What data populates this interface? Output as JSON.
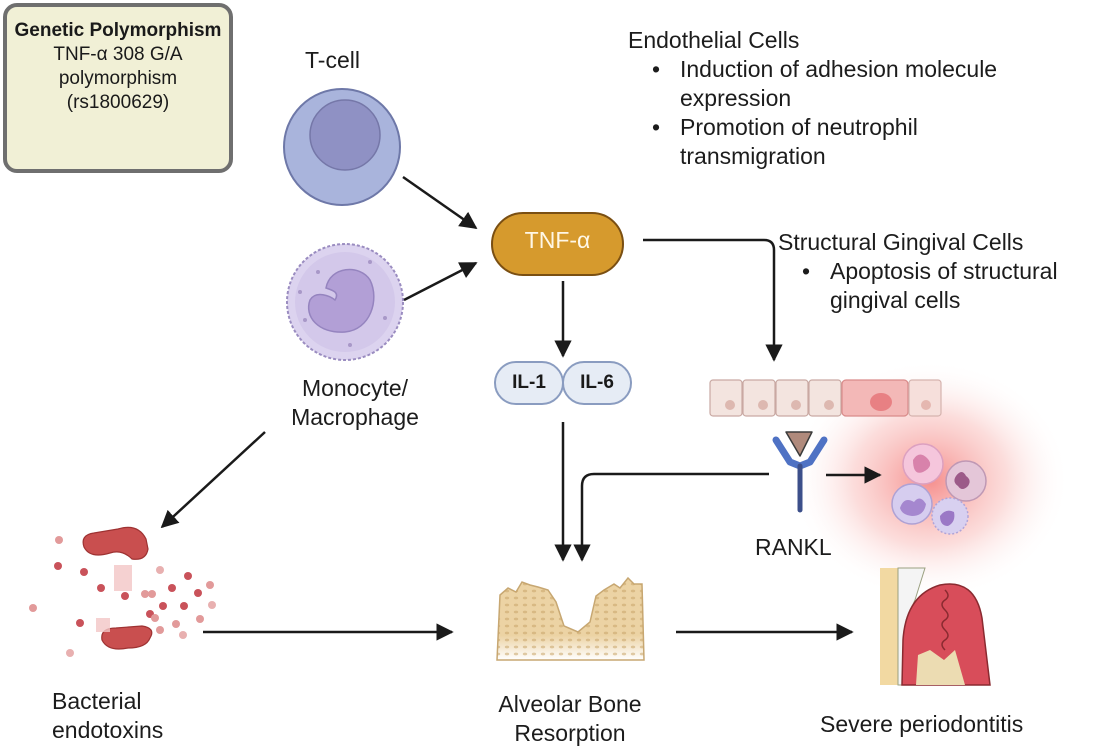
{
  "genetic_box": {
    "title": "Genetic Polymorphism",
    "line1": "TNF-α 308 G/A",
    "line2": "polymorphism",
    "line3": "(rs1800629)"
  },
  "tcell": {
    "label": "T-cell"
  },
  "monocyte": {
    "label_line1": "Monocyte/",
    "label_line2": "Macrophage"
  },
  "tnf": {
    "label": "TNF-α"
  },
  "interleukins": [
    {
      "label": "IL-1"
    },
    {
      "label": "IL-6"
    }
  ],
  "endothelial": {
    "title": "Endothelial Cells",
    "bullets": [
      {
        "line1": "Induction of adhesion molecule",
        "line2": "expression"
      },
      {
        "line1": "Promotion of neutrophil",
        "line2": "transmigration"
      }
    ]
  },
  "structural": {
    "title": "Structural Gingival Cells",
    "bullets": [
      {
        "line1": "Apoptosis of structural",
        "line2": "gingival cells"
      }
    ]
  },
  "rankl": {
    "label": "RANKL"
  },
  "bacteria": {
    "label_line1": "Bacterial",
    "label_line2": "endotoxins"
  },
  "bone": {
    "label_line1": "Alveolar Bone",
    "label_line2": "Resorption"
  },
  "periodontitis": {
    "label": "Severe periodontitis"
  },
  "colors": {
    "tnf_fill": "#d69a2d",
    "tnf_stroke": "#7a4f12",
    "il_fill": "#e6ecf5",
    "il_stroke": "#8a9cc0",
    "gene_box_fill": "#f1f0d6",
    "arrow": "#1a1a1a"
  }
}
